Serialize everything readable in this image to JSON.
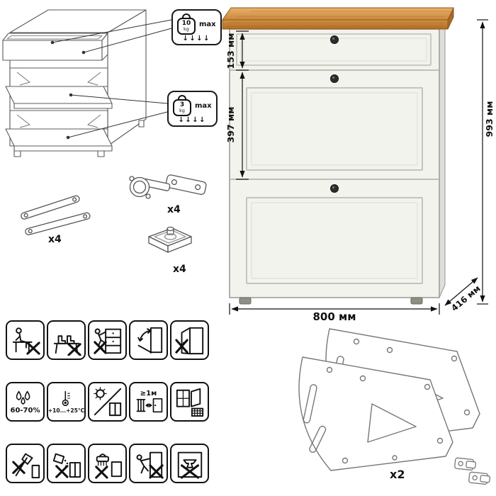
{
  "colors": {
    "wood": "#c9873c",
    "body": "#f3f3ee",
    "line": "#111111"
  },
  "cabinet": {
    "dimensions": {
      "drawer_height": "153 мм",
      "flap_height": "397 мм",
      "total_height": "993 мм",
      "width": "800 мм",
      "depth": "416 мм"
    }
  },
  "load_limits": {
    "drawer": {
      "value": "10",
      "unit": "kg",
      "max_label": "max",
      "arrows": "↓↓↓↓"
    },
    "flap": {
      "value": "3",
      "unit": "kg",
      "max_label": "max",
      "arrows": "↓↓↓↓"
    }
  },
  "hardware": {
    "lid_stay": {
      "qty": "x4"
    },
    "hinge": {
      "qty": "x4"
    },
    "foot": {
      "qty": "x4"
    },
    "side_panel": {
      "qty": "x2"
    }
  },
  "care": {
    "humidity": "60-70%",
    "temperature": "+10...+25°С",
    "min_distance": "≥1м"
  },
  "pictograms": [
    {
      "id": "no-sitting"
    },
    {
      "id": "no-standing"
    },
    {
      "id": "no-climbing"
    },
    {
      "id": "flap-opening"
    },
    {
      "id": "no-door-hanging"
    },
    {
      "id": "humidity-range"
    },
    {
      "id": "temperature-range"
    },
    {
      "id": "no-direct-sunlight"
    },
    {
      "id": "heater-distance"
    },
    {
      "id": "ventilation"
    },
    {
      "id": "no-sharp-objects"
    },
    {
      "id": "no-liquids"
    },
    {
      "id": "no-abrasives"
    },
    {
      "id": "no-dragging"
    },
    {
      "id": "no-heavy-items"
    }
  ]
}
